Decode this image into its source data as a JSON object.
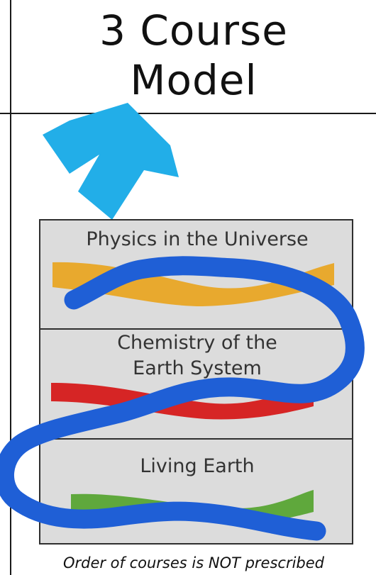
{
  "title": {
    "line1": "3 Course",
    "line2": "Model"
  },
  "courses": [
    {
      "label": "Physics in the Universe",
      "band_color": "#e8a92e"
    },
    {
      "line1": "Chemistry of the",
      "line2": "Earth System",
      "band_color": "#d62525"
    },
    {
      "label": "Living Earth",
      "band_color": "#5fa83c"
    }
  ],
  "pathway_color": "#1f5fd6",
  "arrow_color": "#22aee8",
  "panel_color": "#dcdcdc",
  "caption": "Order of courses is NOT prescribed",
  "icons": {
    "arrow": "up-arrow-icon"
  }
}
